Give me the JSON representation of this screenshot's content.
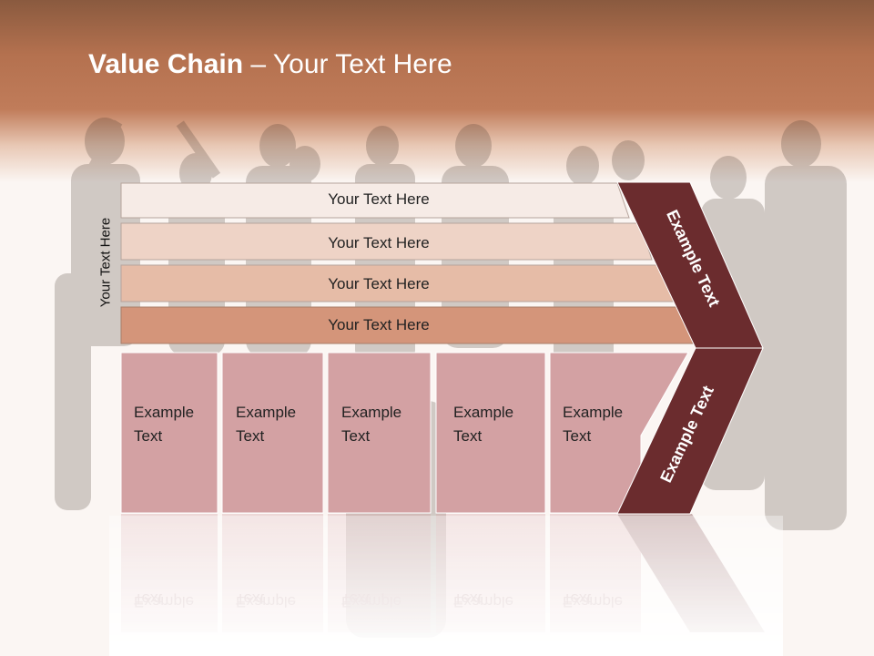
{
  "slide": {
    "title_bold": "Value Chain",
    "title_rest": " – Your Text Here",
    "side_label": "Your Text Here"
  },
  "bars": [
    {
      "label": "Your Text Here",
      "color": "#f6ebe6"
    },
    {
      "label": "Your Text Here",
      "color": "#eed3c6"
    },
    {
      "label": "Your Text Here",
      "color": "#e6bca7"
    },
    {
      "label": "Your Text Here",
      "color": "#d4957a"
    }
  ],
  "columns": [
    {
      "line1": "Example",
      "line2": "Text"
    },
    {
      "line1": "Example",
      "line2": "Text"
    },
    {
      "line1": "Example",
      "line2": "Text"
    },
    {
      "line1": "Example",
      "line2": "Text"
    },
    {
      "line1": "Example",
      "line2": "Text"
    }
  ],
  "chevron": {
    "top_label": "Example Text",
    "bottom_label": "Example Text",
    "color": "#6b2c2e"
  },
  "colors": {
    "column_fill": "#d3a1a3",
    "header": "#b8734f"
  }
}
